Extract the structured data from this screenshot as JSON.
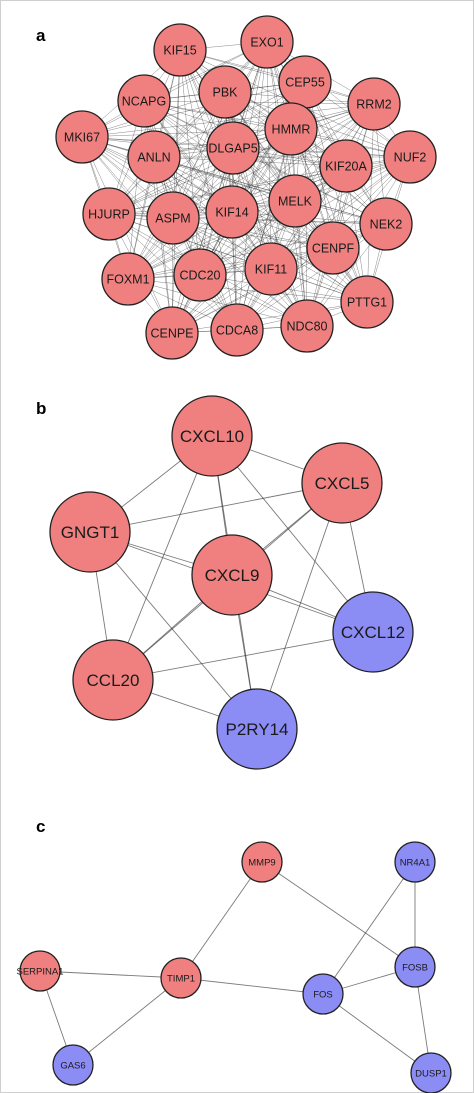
{
  "colors": {
    "up": "#f08080",
    "down": "#8c8cf5",
    "stroke": "#222222",
    "edge": "#333333"
  },
  "panels": [
    {
      "id": "a",
      "label": "a",
      "nodes": [
        {
          "id": "KIF15",
          "label": "KIF15",
          "type": "up"
        },
        {
          "id": "EXO1",
          "label": "EXO1",
          "type": "up"
        },
        {
          "id": "NCAPG",
          "label": "NCAPG",
          "type": "up"
        },
        {
          "id": "PBK",
          "label": "PBK",
          "type": "up"
        },
        {
          "id": "CEP55",
          "label": "CEP55",
          "type": "up"
        },
        {
          "id": "RRM2",
          "label": "RRM2",
          "type": "up"
        },
        {
          "id": "MKI67",
          "label": "MKI67",
          "type": "up"
        },
        {
          "id": "HMMR",
          "label": "HMMR",
          "type": "up"
        },
        {
          "id": "ANLN",
          "label": "ANLN",
          "type": "up"
        },
        {
          "id": "DLGAP5",
          "label": "DLGAP5",
          "type": "up"
        },
        {
          "id": "KIF20A",
          "label": "KIF20A",
          "type": "up"
        },
        {
          "id": "NUF2",
          "label": "NUF2",
          "type": "up"
        },
        {
          "id": "HJURP",
          "label": "HJURP",
          "type": "up"
        },
        {
          "id": "ASPM",
          "label": "ASPM",
          "type": "up"
        },
        {
          "id": "KIF14",
          "label": "KIF14",
          "type": "up"
        },
        {
          "id": "MELK",
          "label": "MELK",
          "type": "up"
        },
        {
          "id": "NEK2",
          "label": "NEK2",
          "type": "up"
        },
        {
          "id": "FOXM1",
          "label": "FOXM1",
          "type": "up"
        },
        {
          "id": "CDC20",
          "label": "CDC20",
          "type": "up"
        },
        {
          "id": "KIF11",
          "label": "KIF11",
          "type": "up"
        },
        {
          "id": "CENPF",
          "label": "CENPF",
          "type": "up"
        },
        {
          "id": "PTTG1",
          "label": "PTTG1",
          "type": "up"
        },
        {
          "id": "CENPE",
          "label": "CENPE",
          "type": "up"
        },
        {
          "id": "CDCA8",
          "label": "CDCA8",
          "type": "up"
        },
        {
          "id": "NDC80",
          "label": "NDC80",
          "type": "up"
        }
      ],
      "edges_complete": true
    },
    {
      "id": "b",
      "label": "b",
      "nodes": [
        {
          "id": "CXCL10",
          "label": "CXCL10",
          "type": "up"
        },
        {
          "id": "CXCL5",
          "label": "CXCL5",
          "type": "up"
        },
        {
          "id": "GNGT1",
          "label": "GNGT1",
          "type": "up"
        },
        {
          "id": "CXCL9",
          "label": "CXCL9",
          "type": "up"
        },
        {
          "id": "CXCL12",
          "label": "CXCL12",
          "type": "down"
        },
        {
          "id": "CCL20",
          "label": "CCL20",
          "type": "up"
        },
        {
          "id": "P2RY14",
          "label": "P2RY14",
          "type": "down"
        }
      ],
      "edges": [
        [
          "CXCL10",
          "CXCL5"
        ],
        [
          "CXCL10",
          "GNGT1"
        ],
        [
          "CXCL10",
          "CXCL9"
        ],
        [
          "CXCL10",
          "CXCL12"
        ],
        [
          "CXCL10",
          "CCL20"
        ],
        [
          "CXCL10",
          "P2RY14"
        ],
        [
          "CXCL5",
          "GNGT1"
        ],
        [
          "CXCL5",
          "CXCL9"
        ],
        [
          "CXCL5",
          "CXCL12"
        ],
        [
          "CXCL5",
          "CCL20"
        ],
        [
          "CXCL5",
          "P2RY14"
        ],
        [
          "GNGT1",
          "CXCL9"
        ],
        [
          "GNGT1",
          "CXCL12"
        ],
        [
          "GNGT1",
          "CCL20"
        ],
        [
          "GNGT1",
          "P2RY14"
        ],
        [
          "CXCL9",
          "CXCL12"
        ],
        [
          "CXCL9",
          "CCL20"
        ],
        [
          "CXCL9",
          "P2RY14"
        ],
        [
          "CXCL12",
          "CCL20"
        ],
        [
          "CCL20",
          "P2RY14"
        ]
      ]
    },
    {
      "id": "c",
      "label": "c",
      "nodes": [
        {
          "id": "NR4A1",
          "label": "NR4A1",
          "type": "down"
        },
        {
          "id": "MMP9",
          "label": "MMP9",
          "type": "up"
        },
        {
          "id": "SERPINA1",
          "label": "SERPINA1",
          "type": "up"
        },
        {
          "id": "TIMP1",
          "label": "TIMP1",
          "type": "up"
        },
        {
          "id": "FOSB",
          "label": "FOSB",
          "type": "down"
        },
        {
          "id": "FOS",
          "label": "FOS",
          "type": "down"
        },
        {
          "id": "GAS6",
          "label": "GAS6",
          "type": "down"
        },
        {
          "id": "DUSP1",
          "label": "DUSP1",
          "type": "down"
        }
      ],
      "edges": [
        [
          "MMP9",
          "TIMP1"
        ],
        [
          "MMP9",
          "FOSB"
        ],
        [
          "SERPINA1",
          "TIMP1"
        ],
        [
          "SERPINA1",
          "GAS6"
        ],
        [
          "TIMP1",
          "FOS"
        ],
        [
          "TIMP1",
          "GAS6"
        ],
        [
          "NR4A1",
          "FOSB"
        ],
        [
          "NR4A1",
          "FOS"
        ],
        [
          "FOSB",
          "FOS"
        ],
        [
          "FOSB",
          "DUSP1"
        ],
        [
          "FOS",
          "DUSP1"
        ]
      ]
    }
  ]
}
